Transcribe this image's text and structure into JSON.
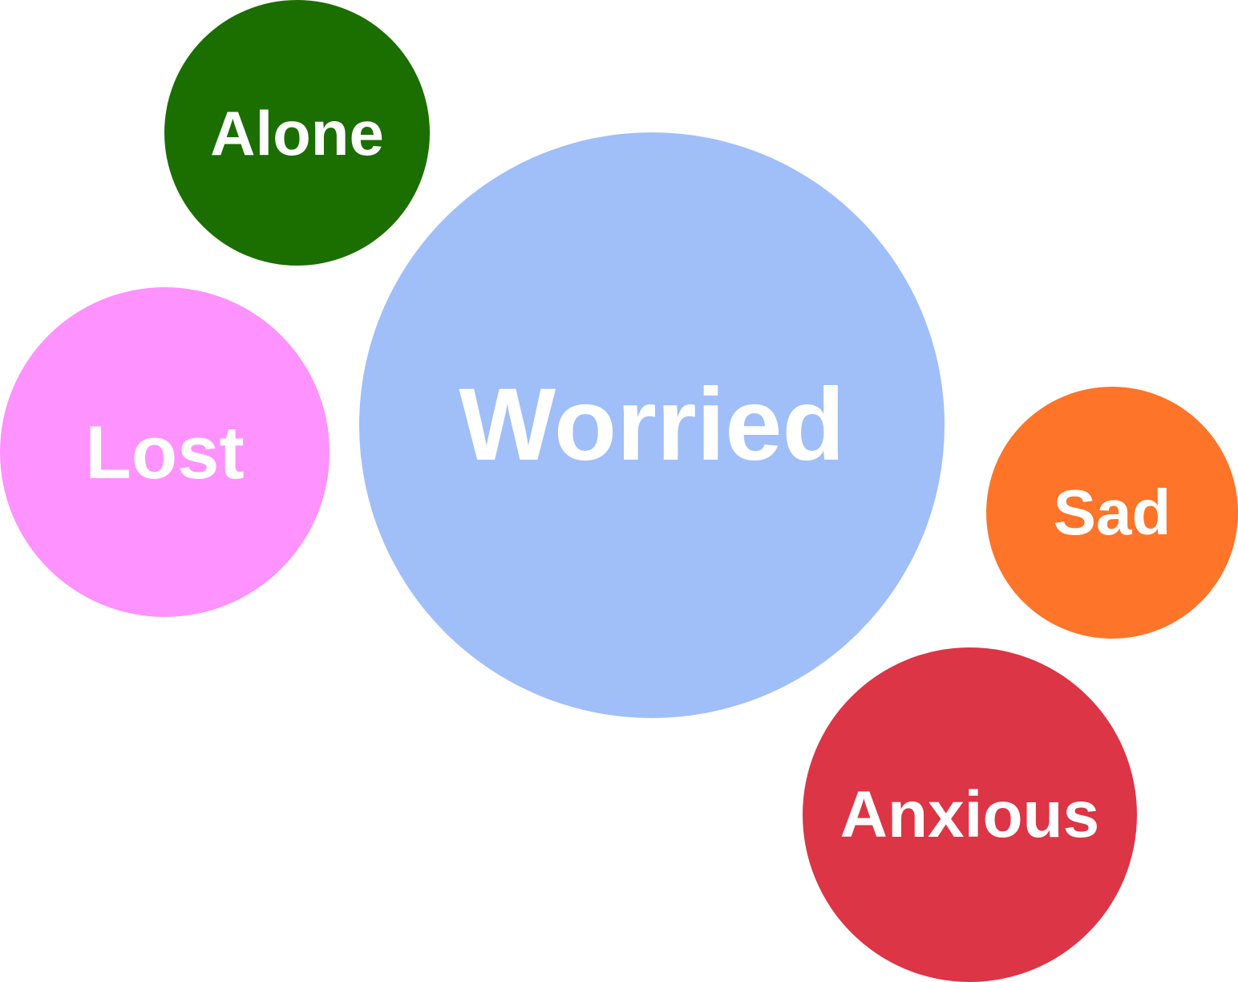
{
  "bubbles": {
    "alone": {
      "label": "Alone",
      "color": "#1b6e00"
    },
    "lost": {
      "label": "Lost",
      "color": "#fe92fe"
    },
    "worried": {
      "label": "Worried",
      "color": "#a0bef8"
    },
    "sad": {
      "label": "Sad",
      "color": "#fe7429"
    },
    "anxious": {
      "label": "Anxious",
      "color": "#dc3545"
    }
  }
}
